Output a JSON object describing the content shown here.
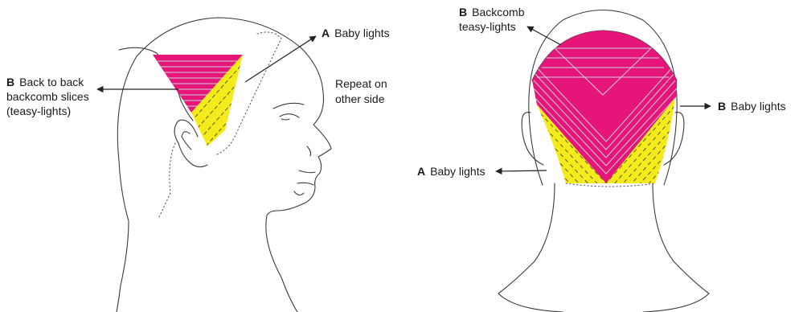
{
  "colors": {
    "magenta": "#e6157a",
    "yellow": "#f5eb1c",
    "outline": "#3a3a3a",
    "stripe_on_magenta": "#c9d4dc",
    "stripe_on_yellow": "#5a5a2a"
  },
  "side_view": {
    "label_b_letter": "B",
    "label_b_line1": "Back to back",
    "label_b_line2": "backcomb slices",
    "label_b_line3": "(teasy-lights)",
    "label_a_letter": "A",
    "label_a_text": "Baby lights",
    "note_line1": "Repeat on",
    "note_line2": "other side"
  },
  "back_view": {
    "label_b_top_letter": "B",
    "label_b_top_line1": "Backcomb",
    "label_b_top_line2": "teasy-lights",
    "label_b_right_letter": "B",
    "label_b_right_text": "Baby lights",
    "label_a_letter": "A",
    "label_a_text": "Baby lights"
  }
}
